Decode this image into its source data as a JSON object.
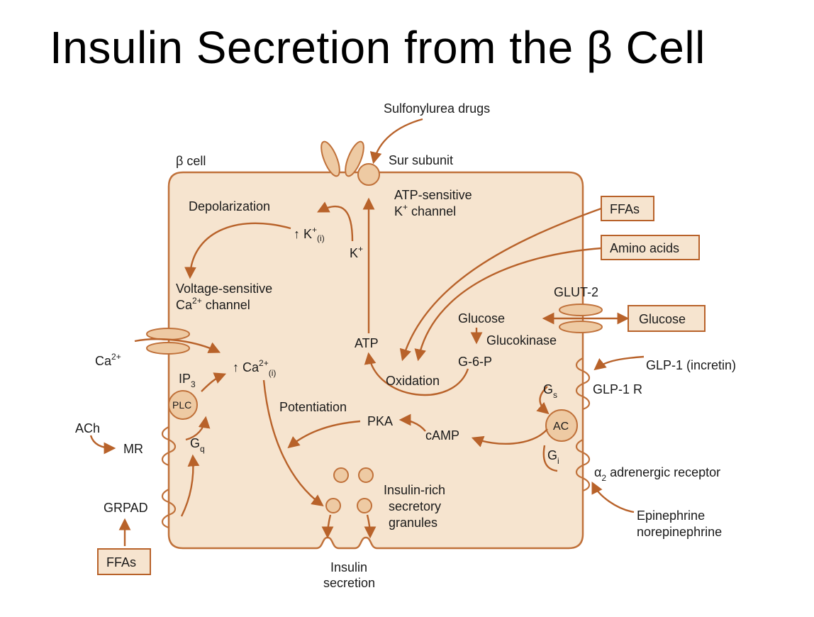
{
  "title": "Insulin Secretion from the β Cell",
  "colors": {
    "cell_fill": "#f6e4cf",
    "cell_stroke": "#c0713a",
    "arrow": "#b8622a",
    "organelle_fill": "#eecaa3",
    "text": "#1a1a1a"
  },
  "labels": {
    "sulfonylurea": "Sulfonylurea drugs",
    "beta_cell": "β cell",
    "sur_subunit": "Sur subunit",
    "atp_channel_1": "ATP-sensitive",
    "atp_channel_2_pre": "K",
    "atp_channel_2_sup": "+",
    "atp_channel_2_post": " channel",
    "depolarization": "Depolarization",
    "k_i_arrow": "↑ K",
    "k_i_sup": "+",
    "k_i_sub": "(i)",
    "k_plus": "K",
    "k_plus_sup": "+",
    "vsc_1": "Voltage-sensitive",
    "vsc_2_pre": "Ca",
    "vsc_2_sup": "2+",
    "vsc_2_post": " channel",
    "ffas_top": "FFAs",
    "amino_acids": "Amino acids",
    "glut2": "GLUT-2",
    "glucose_in": "Glucose",
    "glucose_out": "Glucose",
    "glucokinase": "Glucokinase",
    "g6p": "G-6-P",
    "atp": "ATP",
    "oxidation": "Oxidation",
    "ca_out": "Ca",
    "ca_out_sup": "2+",
    "ip3": "IP",
    "ip3_sub": "3",
    "ca_i_arrow": "↑ Ca",
    "ca_i_sup": "2+",
    "ca_i_sub": "(i)",
    "plc": "PLC",
    "potentiation": "Potentiation",
    "pka": "PKA",
    "camp": "cAMP",
    "glp1": "GLP-1 (incretin)",
    "gs": "G",
    "gs_sub": "s",
    "glp1r": "GLP-1 R",
    "ac": "AC",
    "gi": "G",
    "gi_sub": "i",
    "alpha2": "α",
    "alpha2_sub": "2",
    "alpha2_post": " adrenergic receptor",
    "ach": "ACh",
    "mr": "MR",
    "gq": "G",
    "gq_sub": "q",
    "grpad": "GRPAD",
    "ffas_bottom": "FFAs",
    "granules_1": "Insulin-rich",
    "granules_2": "secretory",
    "granules_3": "granules",
    "epi_1": "Epinephrine",
    "epi_2": "norepinephrine",
    "secretion_1": "Insulin",
    "secretion_2": "secretion"
  }
}
